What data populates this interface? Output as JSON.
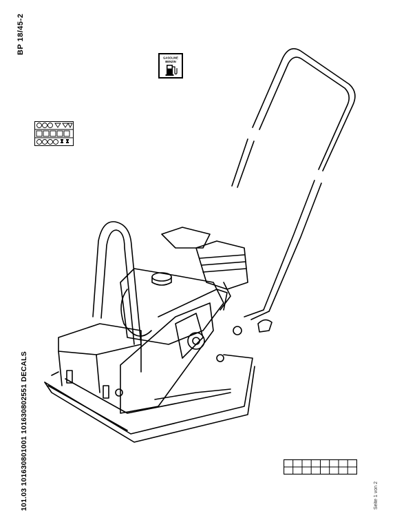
{
  "document": {
    "model": "BP 18/45-2",
    "part_numbers": "101.03 101630801001 101630802551 DECALS",
    "page_label": "Seite 1 von 2"
  },
  "decals": {
    "fuel_label_line1": "GASOLINE",
    "fuel_label_line2": "BENZIN"
  }
}
